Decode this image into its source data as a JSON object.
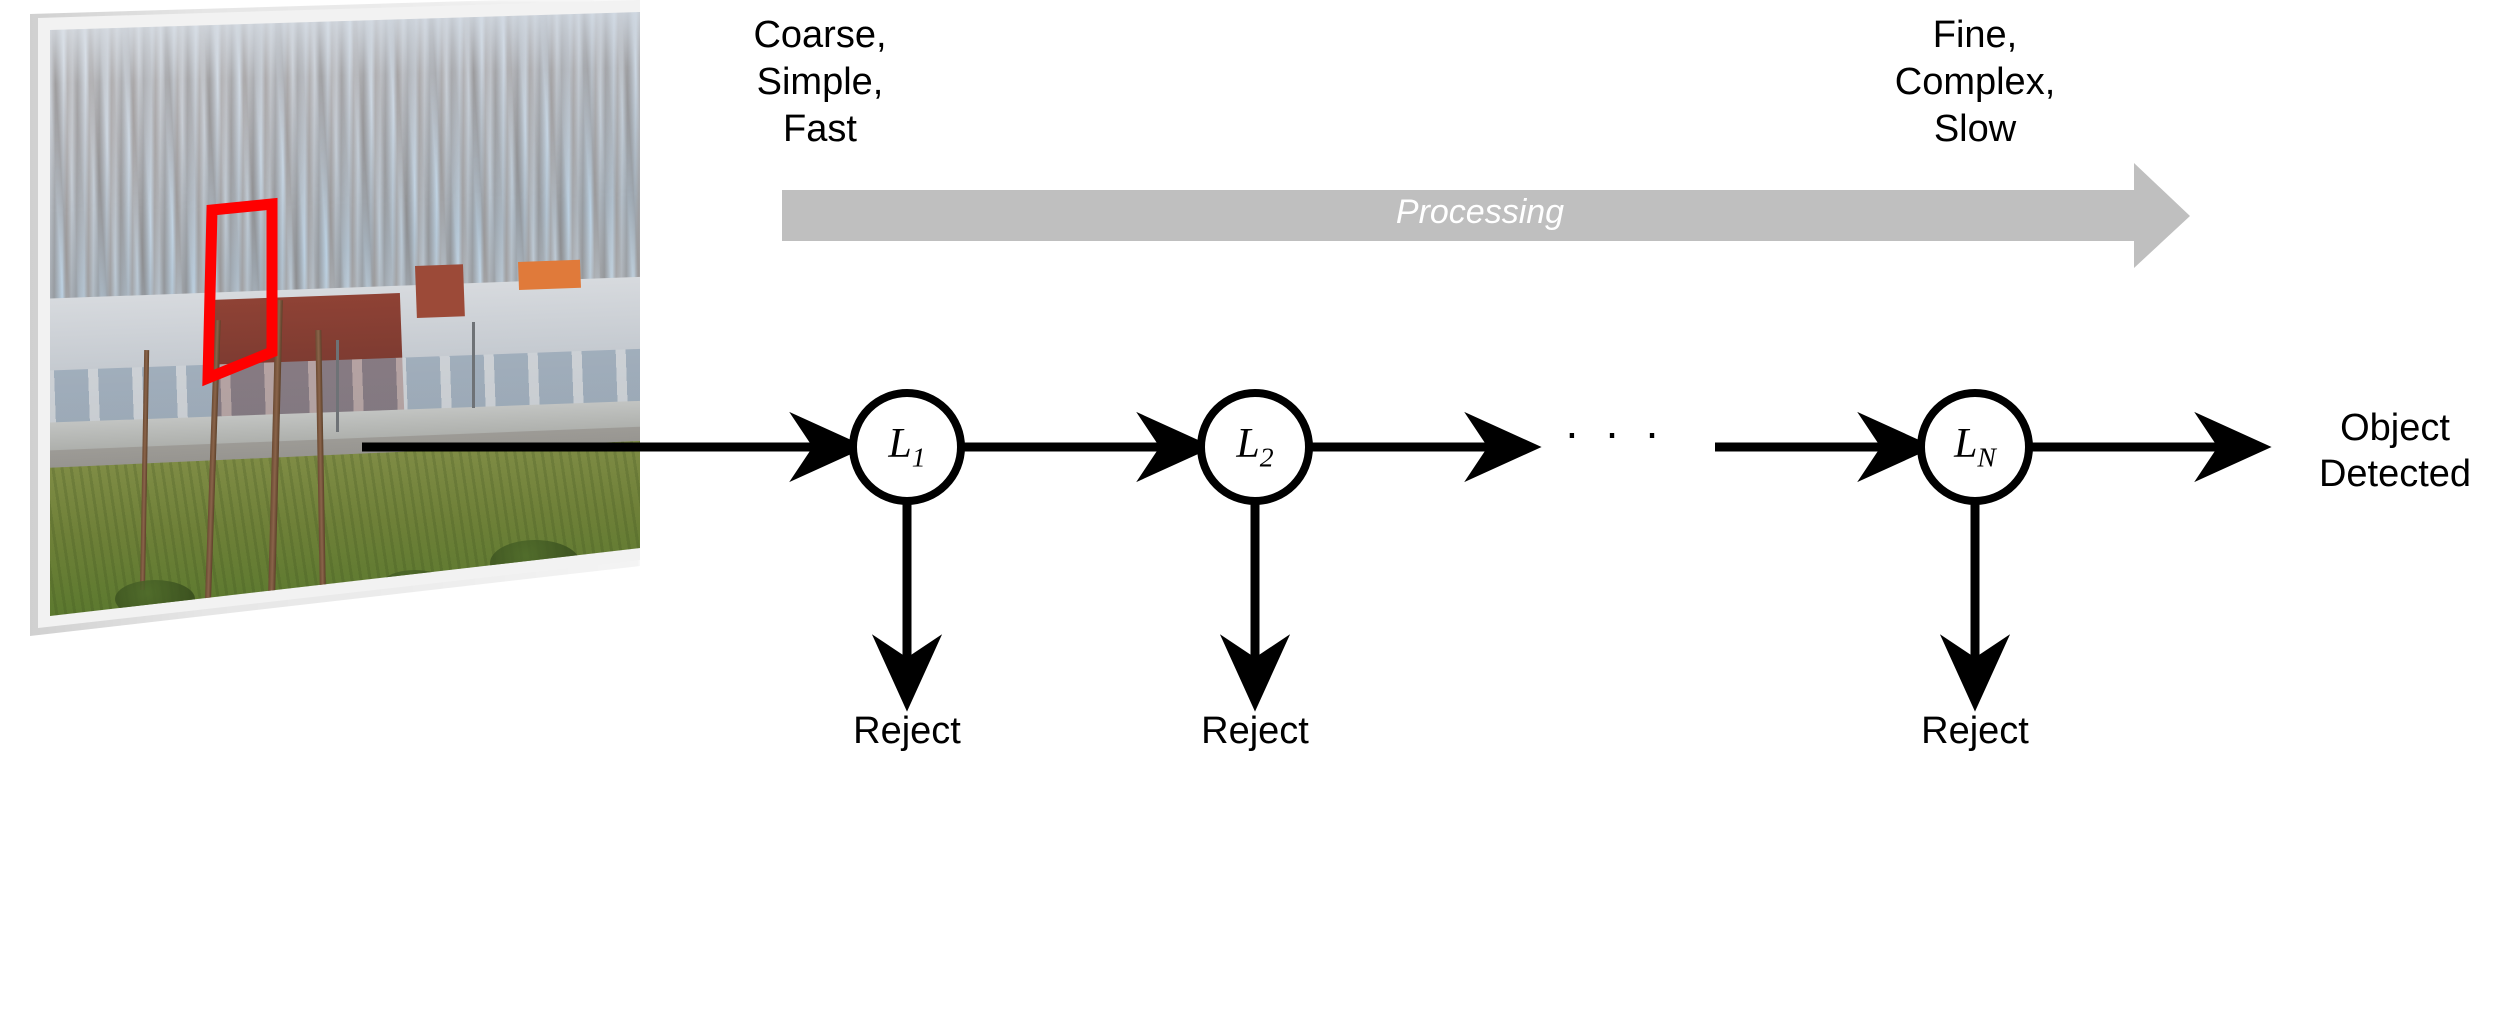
{
  "figure": {
    "title": "Cascade object detection pipeline diagram",
    "background_color": "#ffffff"
  },
  "photo": {
    "alt": "Outdoor scene: row of bare poplar trees in front of a white and red industrial building, grass field in the foreground",
    "annotation": {
      "shape": "quadrilateral",
      "color": "#ff0000",
      "stroke_width": "10"
    }
  },
  "axis": {
    "left_label": "Coarse,\nSimple,\nFast",
    "right_label": "Fine,\nComplex,\nSlow",
    "band_label": "Processing",
    "band_color": "#bfbfbf",
    "band_text_color": "#ffffff"
  },
  "cascade": {
    "stages": [
      {
        "id": "stage-1",
        "label_base": "L",
        "label_sub": "1",
        "reject_label": "Reject"
      },
      {
        "id": "stage-2",
        "label_base": "L",
        "label_sub": "2",
        "reject_label": "Reject"
      },
      {
        "id": "stage-n",
        "label_base": "L",
        "label_sub": "N",
        "reject_label": "Reject"
      }
    ],
    "ellipsis": "· · ·",
    "output_label": "Object\nDetected",
    "node_stroke_color": "#000000",
    "node_fill_color": "#ffffff",
    "arrow_color": "#000000"
  }
}
